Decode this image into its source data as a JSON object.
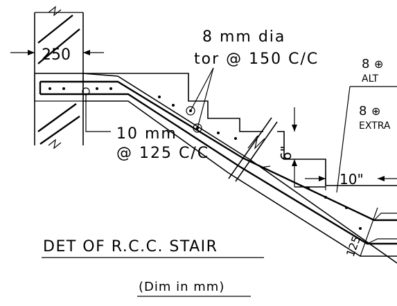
{
  "drawing": {
    "title": "DET OF R.C.C. STAIR",
    "subtitle": "(Dim in mm)",
    "labels": {
      "wall_width": "250",
      "main_bar_line1": "8 mm dia",
      "main_bar_line2": "tor @ 150 C/C",
      "dist_bar_line1": "10 mm",
      "dist_bar_line2": "@ 125 C/C",
      "riser": "6\"",
      "tread": "10\"",
      "waist": "125",
      "alt_bar_line1": "8",
      "alt_bar_line2": "ALT",
      "extra_bar_line1": "8",
      "extra_bar_line2": "EXTRA"
    },
    "colors": {
      "ink": "#000000",
      "background": "#ffffff"
    }
  }
}
